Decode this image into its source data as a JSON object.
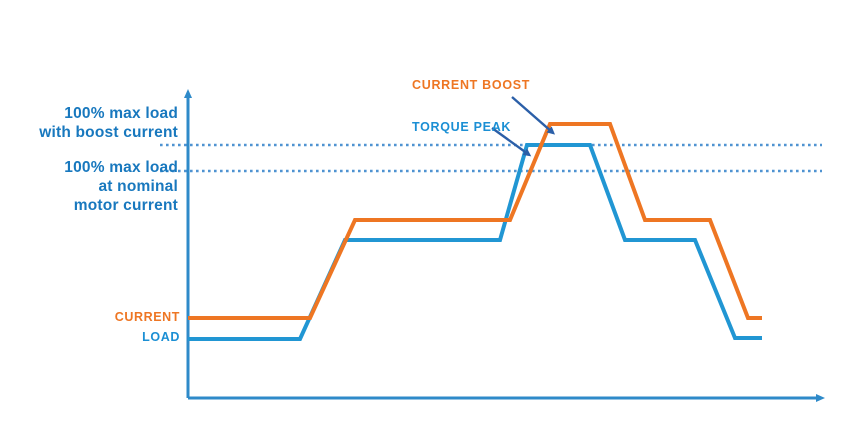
{
  "chart_data": {
    "type": "line",
    "title": "",
    "xlabel": "",
    "ylabel": "",
    "grid": false,
    "legend_position": "inline-annotations",
    "xlim": [
      0,
      100
    ],
    "ylim": [
      0,
      100
    ],
    "colors": {
      "current_boost": "#ee7623",
      "load": "#2196d3",
      "axis": "#2e8ac9",
      "reference_line": "#4f93d1",
      "label_blue": "#1878be",
      "arrow": "#2b5fa8"
    },
    "reference_lines": [
      {
        "name": "100-percent-max-load-with-boost-current",
        "label": "100% max load with boost current",
        "value": 100,
        "style": "dotted"
      },
      {
        "name": "100-percent-max-load-at-nominal-motor-current",
        "label": "100% max load at nominal motor current",
        "value": 92,
        "style": "dotted"
      }
    ],
    "series": [
      {
        "name": "CURRENT BOOST",
        "key": "current",
        "color": "#ee7623",
        "points": [
          {
            "x": 0,
            "y": 26
          },
          {
            "x": 19,
            "y": 26
          },
          {
            "x": 25,
            "y": 58
          },
          {
            "x": 45,
            "y": 58
          },
          {
            "x": 55,
            "y": 113
          },
          {
            "x": 72,
            "y": 113
          },
          {
            "x": 77,
            "y": 58
          },
          {
            "x": 88,
            "y": 58
          },
          {
            "x": 94,
            "y": 26
          },
          {
            "x": 100,
            "y": 26
          }
        ]
      },
      {
        "name": "LOAD / TORQUE PEAK",
        "key": "load",
        "color": "#2196d3",
        "points": [
          {
            "x": 0,
            "y": 19
          },
          {
            "x": 17,
            "y": 19
          },
          {
            "x": 22,
            "y": 51
          },
          {
            "x": 48,
            "y": 51
          },
          {
            "x": 52,
            "y": 92
          },
          {
            "x": 68,
            "y": 92
          },
          {
            "x": 73,
            "y": 51
          },
          {
            "x": 84,
            "y": 51
          },
          {
            "x": 90,
            "y": 19
          },
          {
            "x": 100,
            "y": 19
          }
        ]
      }
    ],
    "annotations": [
      {
        "name": "current-boost",
        "text": "CURRENT BOOST",
        "color": "#ee7623",
        "points_to": "orange-peak-rise"
      },
      {
        "name": "torque-peak",
        "text": "TORQUE PEAK",
        "color": "#1b8fd4",
        "points_to": "blue-peak-rise"
      },
      {
        "name": "current",
        "text": "CURRENT",
        "color": "#ee7623",
        "points_to": "orange-base-level"
      },
      {
        "name": "load",
        "text": "LOAD",
        "color": "#1b8fd4",
        "points_to": "blue-base-level"
      }
    ]
  },
  "labels": {
    "boost_line1": "100% max load",
    "boost_line2": "with boost current",
    "nominal_line1": "100% max load",
    "nominal_line2": "at nominal",
    "nominal_line3": "motor current",
    "current": "CURRENT",
    "load": "LOAD",
    "current_boost": "CURRENT BOOST",
    "torque_peak": "TORQUE PEAK"
  }
}
